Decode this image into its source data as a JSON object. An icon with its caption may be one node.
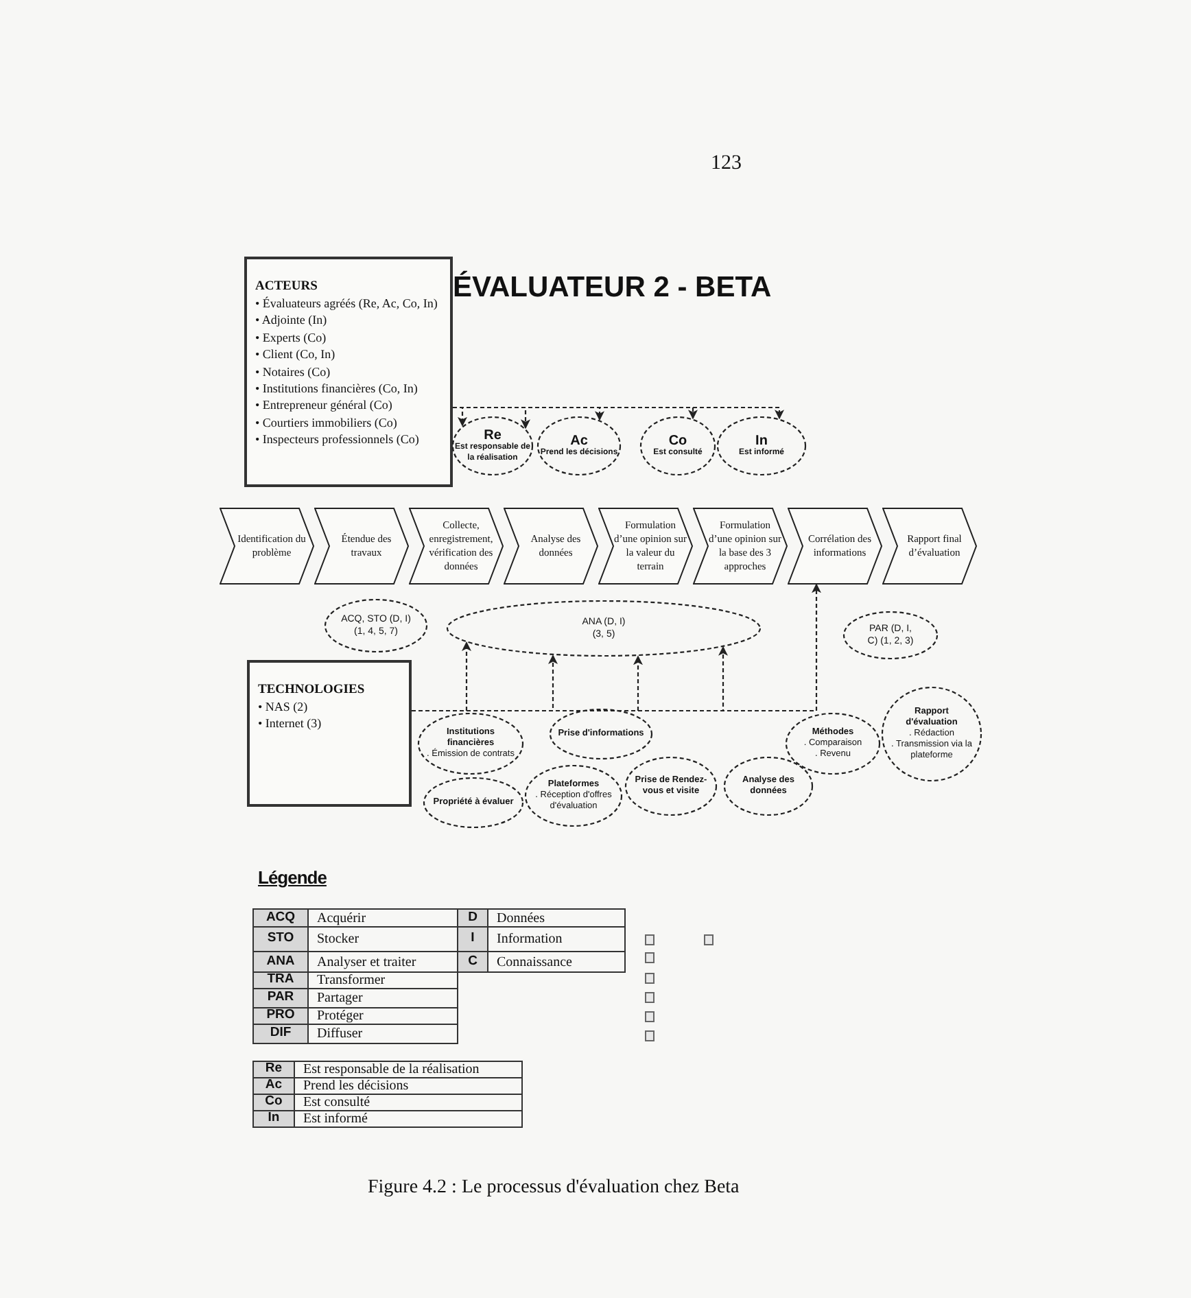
{
  "diagram": {
    "title": "ÉVALUATEUR 2 - BETA",
    "caption": "Figure 4.2 : Le processus d'évaluation chez Beta",
    "nodes": [
      {
        "text": [
          "ACTEURS",
          "• Évaluateurs agréés (Re, Ac, Co, In)",
          "• Adjointe (In)",
          "• Experts (Co)",
          "• Client (Co, In)",
          "• Notaires (Co)",
          "• Institutions financières (Co, In)",
          "• Entrepreneur général (Co)",
          "• Courtiers immobiliers (Co)",
          "• Inspecteurs professionnels (Co)"
        ]
      },
      {
        "text": [
          "Re",
          "Est responsable de la réalisation"
        ]
      },
      {
        "text": [
          "Ac",
          "Prend les décisions"
        ]
      },
      {
        "text": [
          "Co",
          "Est consulté"
        ]
      },
      {
        "text": [
          "In",
          "Est informé"
        ]
      },
      {
        "text": [
          "Identification du problème"
        ]
      },
      {
        "text": [
          "Étendue des travaux"
        ]
      },
      {
        "text": [
          "Collecte, enregistrement, vérification des données"
        ]
      },
      {
        "text": [
          "Analyse des données"
        ]
      },
      {
        "text": [
          "Formulation d’une opinion sur la valeur du terrain"
        ]
      },
      {
        "text": [
          "Formulation d’une opinion sur la base des 3 approches"
        ]
      },
      {
        "text": [
          "Corrélation des informations"
        ]
      },
      {
        "text": [
          "Rapport final d’évaluation"
        ]
      },
      {
        "text": [
          "ACQ, STO (D, I) (1, 4, 5, 7)"
        ]
      },
      {
        "text": [
          "ANA (D, I) (3, 5)"
        ]
      },
      {
        "text": [
          "PAR (D, I, C) (1, 2, 3)"
        ]
      },
      {
        "text": [
          "TECHNOLOGIES",
          "• NAS (2)",
          "• Internet (3)"
        ]
      },
      {
        "text": [
          "Institutions financières",
          ". Émission de contrats"
        ]
      },
      {
        "text": [
          "Prise d'informations"
        ]
      },
      {
        "text": [
          "Méthodes",
          ". Comparaison",
          ". Revenu"
        ]
      },
      {
        "text": [
          "Rapport d'évaluation",
          ". Rédaction",
          ". Transmission via la plateforme"
        ]
      },
      {
        "text": [
          "Propriété à évaluer"
        ]
      },
      {
        "text": [
          "Plateformes",
          ". Réception d'offres d'évaluation"
        ]
      },
      {
        "text": [
          "Prise de Rendez-vous et visite"
        ]
      },
      {
        "text": [
          "Analyse des données"
        ]
      }
    ],
    "edges": [
      {
        "from": 0,
        "to": 1,
        "arrow": "to",
        "style": "dashed"
      },
      {
        "from": 0,
        "to": 1,
        "arrow": "to",
        "style": "dashed"
      },
      {
        "from": 0,
        "to": 2,
        "arrow": "to",
        "style": "dashed"
      },
      {
        "from": 0,
        "to": 3,
        "arrow": "to",
        "style": "dashed"
      },
      {
        "from": 0,
        "to": 4,
        "arrow": "to",
        "style": "dashed"
      },
      {
        "from": 16,
        "to": 14,
        "arrow": "to",
        "style": "dashed"
      },
      {
        "from": 16,
        "to": 14,
        "arrow": "to",
        "style": "dashed"
      },
      {
        "from": 16,
        "to": 14,
        "arrow": "to",
        "style": "dashed"
      },
      {
        "from": 16,
        "to": 14,
        "arrow": "to",
        "style": "dashed"
      },
      {
        "from": 16,
        "to": 11,
        "arrow": "to",
        "style": "dashed"
      }
    ],
    "labels": [
      "123",
      "Légende",
      "ACQ",
      "Acquérir",
      "D",
      "Données",
      "STO",
      "Stocker",
      "I",
      "Information",
      "ANA",
      "Analyser et traiter",
      "C",
      "Connaissance",
      "TRA",
      "Transformer",
      "PAR",
      "Partager",
      "PRO",
      "Protéger",
      "DIF",
      "Diffuser",
      "Re",
      "Est responsable de la réalisation",
      "Ac",
      "Prend les décisions",
      "Co",
      "Est consulté",
      "In",
      "Est informé"
    ]
  }
}
